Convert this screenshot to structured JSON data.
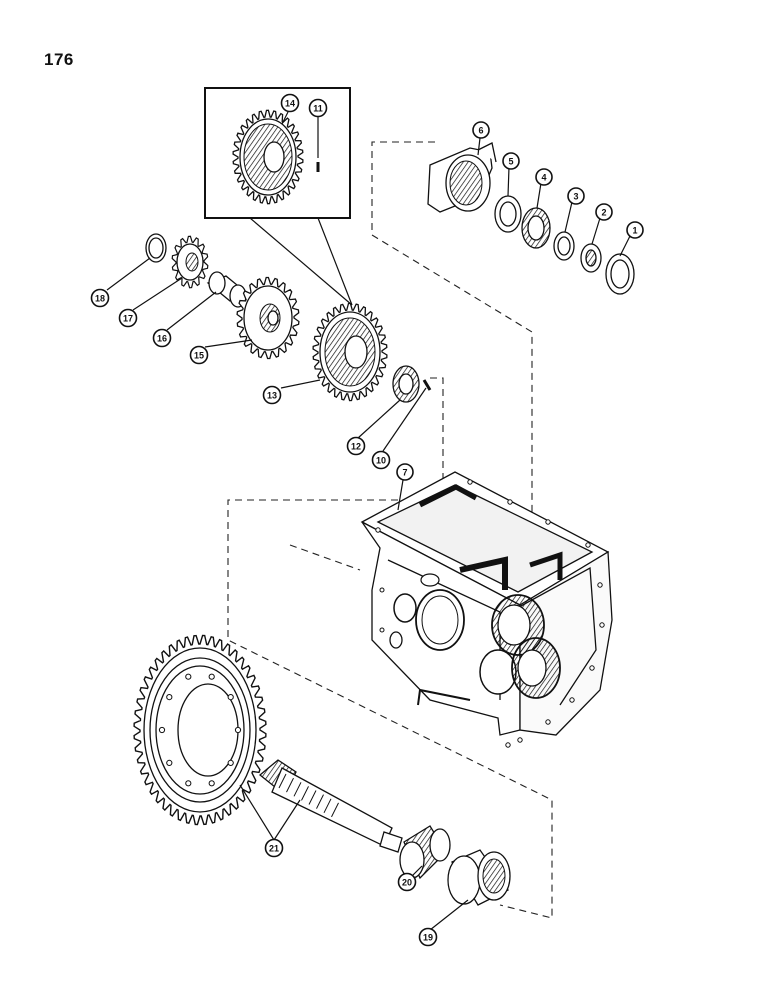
{
  "page": {
    "number": "176"
  },
  "callouts": {
    "c1": "1",
    "c2": "2",
    "c3": "3",
    "c4": "4",
    "c5": "5",
    "c6": "6",
    "c7": "7",
    "c10": "10",
    "c11": "11",
    "c12": "12",
    "c13": "13",
    "c14": "14",
    "c15": "15",
    "c16": "16",
    "c17": "17",
    "c18": "18",
    "c19": "19",
    "c20": "20",
    "c21": "21"
  }
}
